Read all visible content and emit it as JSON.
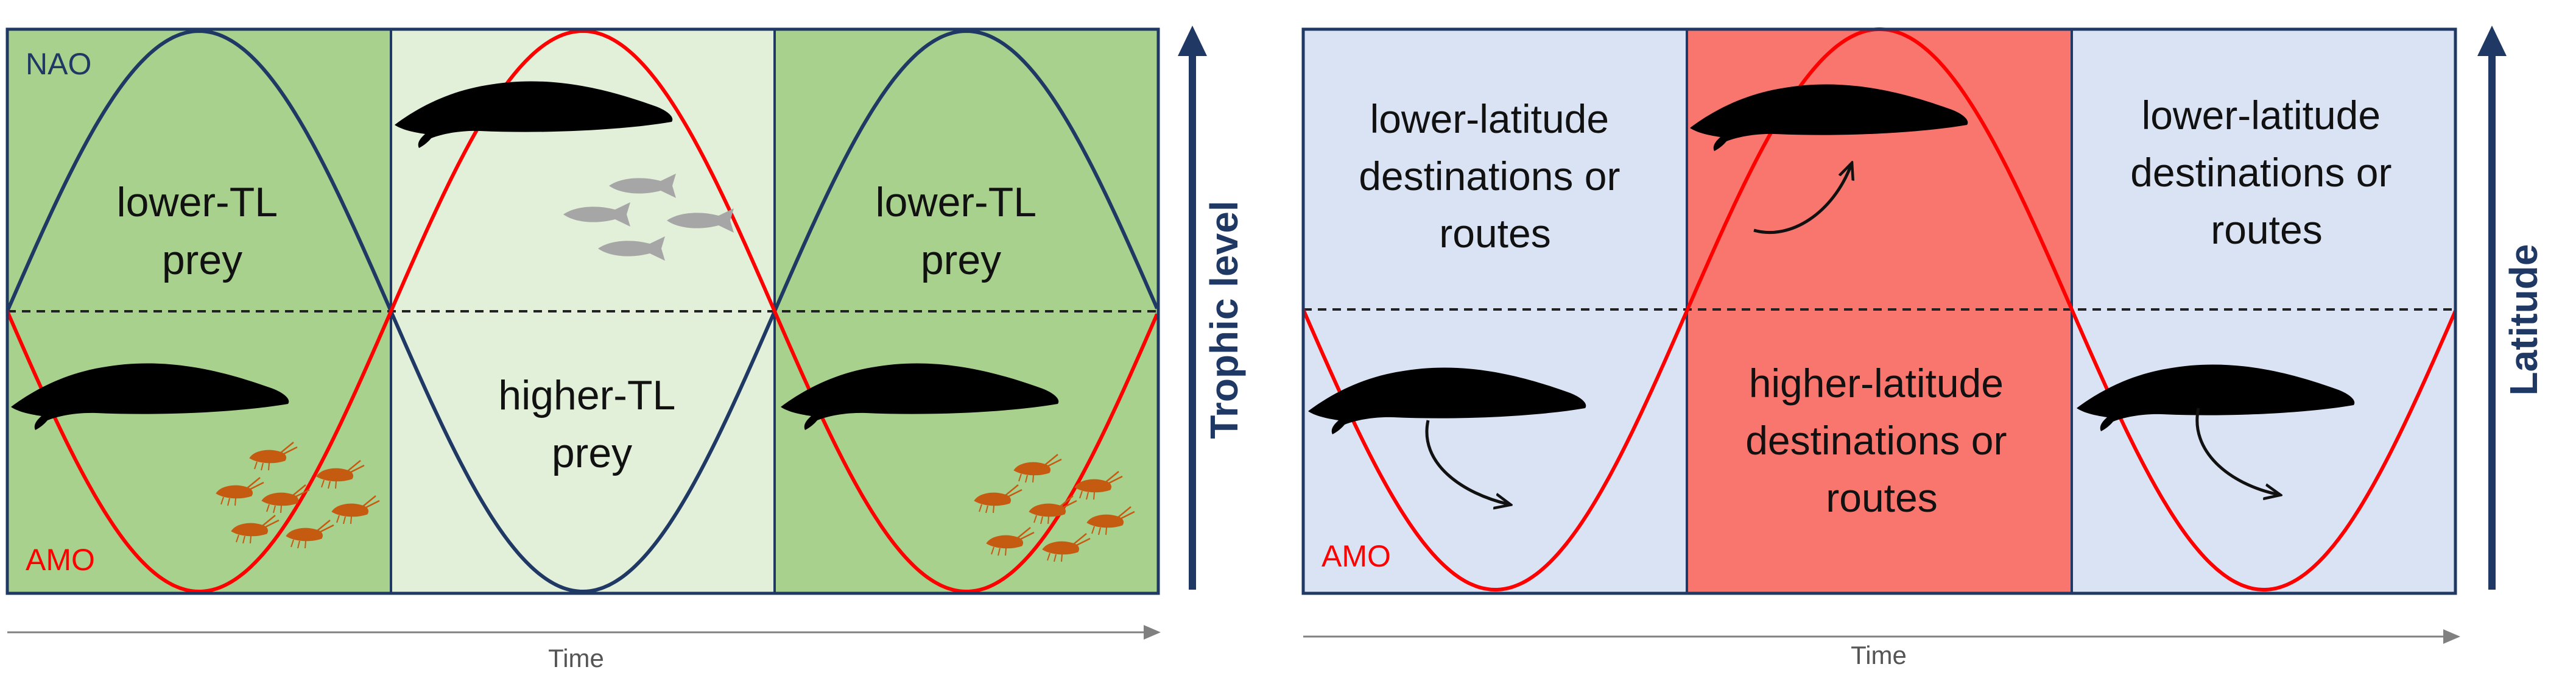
{
  "colors": {
    "lower_green": "#a9d18e",
    "higher_green": "#e2f0d9",
    "blue_panel": "#dae3f3",
    "red_panel": "#f8766d",
    "nao_line": "#1f3864",
    "amo_line": "#ff0000",
    "axis_arrow": "#1f3864",
    "time_arrow": "#808080",
    "krill": "#c55a11",
    "fish": "#a6a6a6"
  },
  "left_panel": {
    "nao_label": "NAO",
    "amo_label": "AMO",
    "top_left_text": [
      "lower-TL",
      "prey"
    ],
    "top_right_text": [
      "lower-TL",
      "prey"
    ],
    "middle_text": [
      "higher-TL",
      "prey"
    ],
    "y_axis_label": "Trophic level",
    "x_axis_label": "Time"
  },
  "right_panel": {
    "amo_label": "AMO",
    "top_left_text": [
      "lower-latitude",
      "destinations or",
      "routes"
    ],
    "top_right_text": [
      "lower-latitude",
      "destinations or",
      "routes"
    ],
    "middle_text": [
      "higher-latitude",
      "destinations or",
      "routes"
    ],
    "y_axis_label": "Latitude",
    "x_axis_label": "Time"
  }
}
